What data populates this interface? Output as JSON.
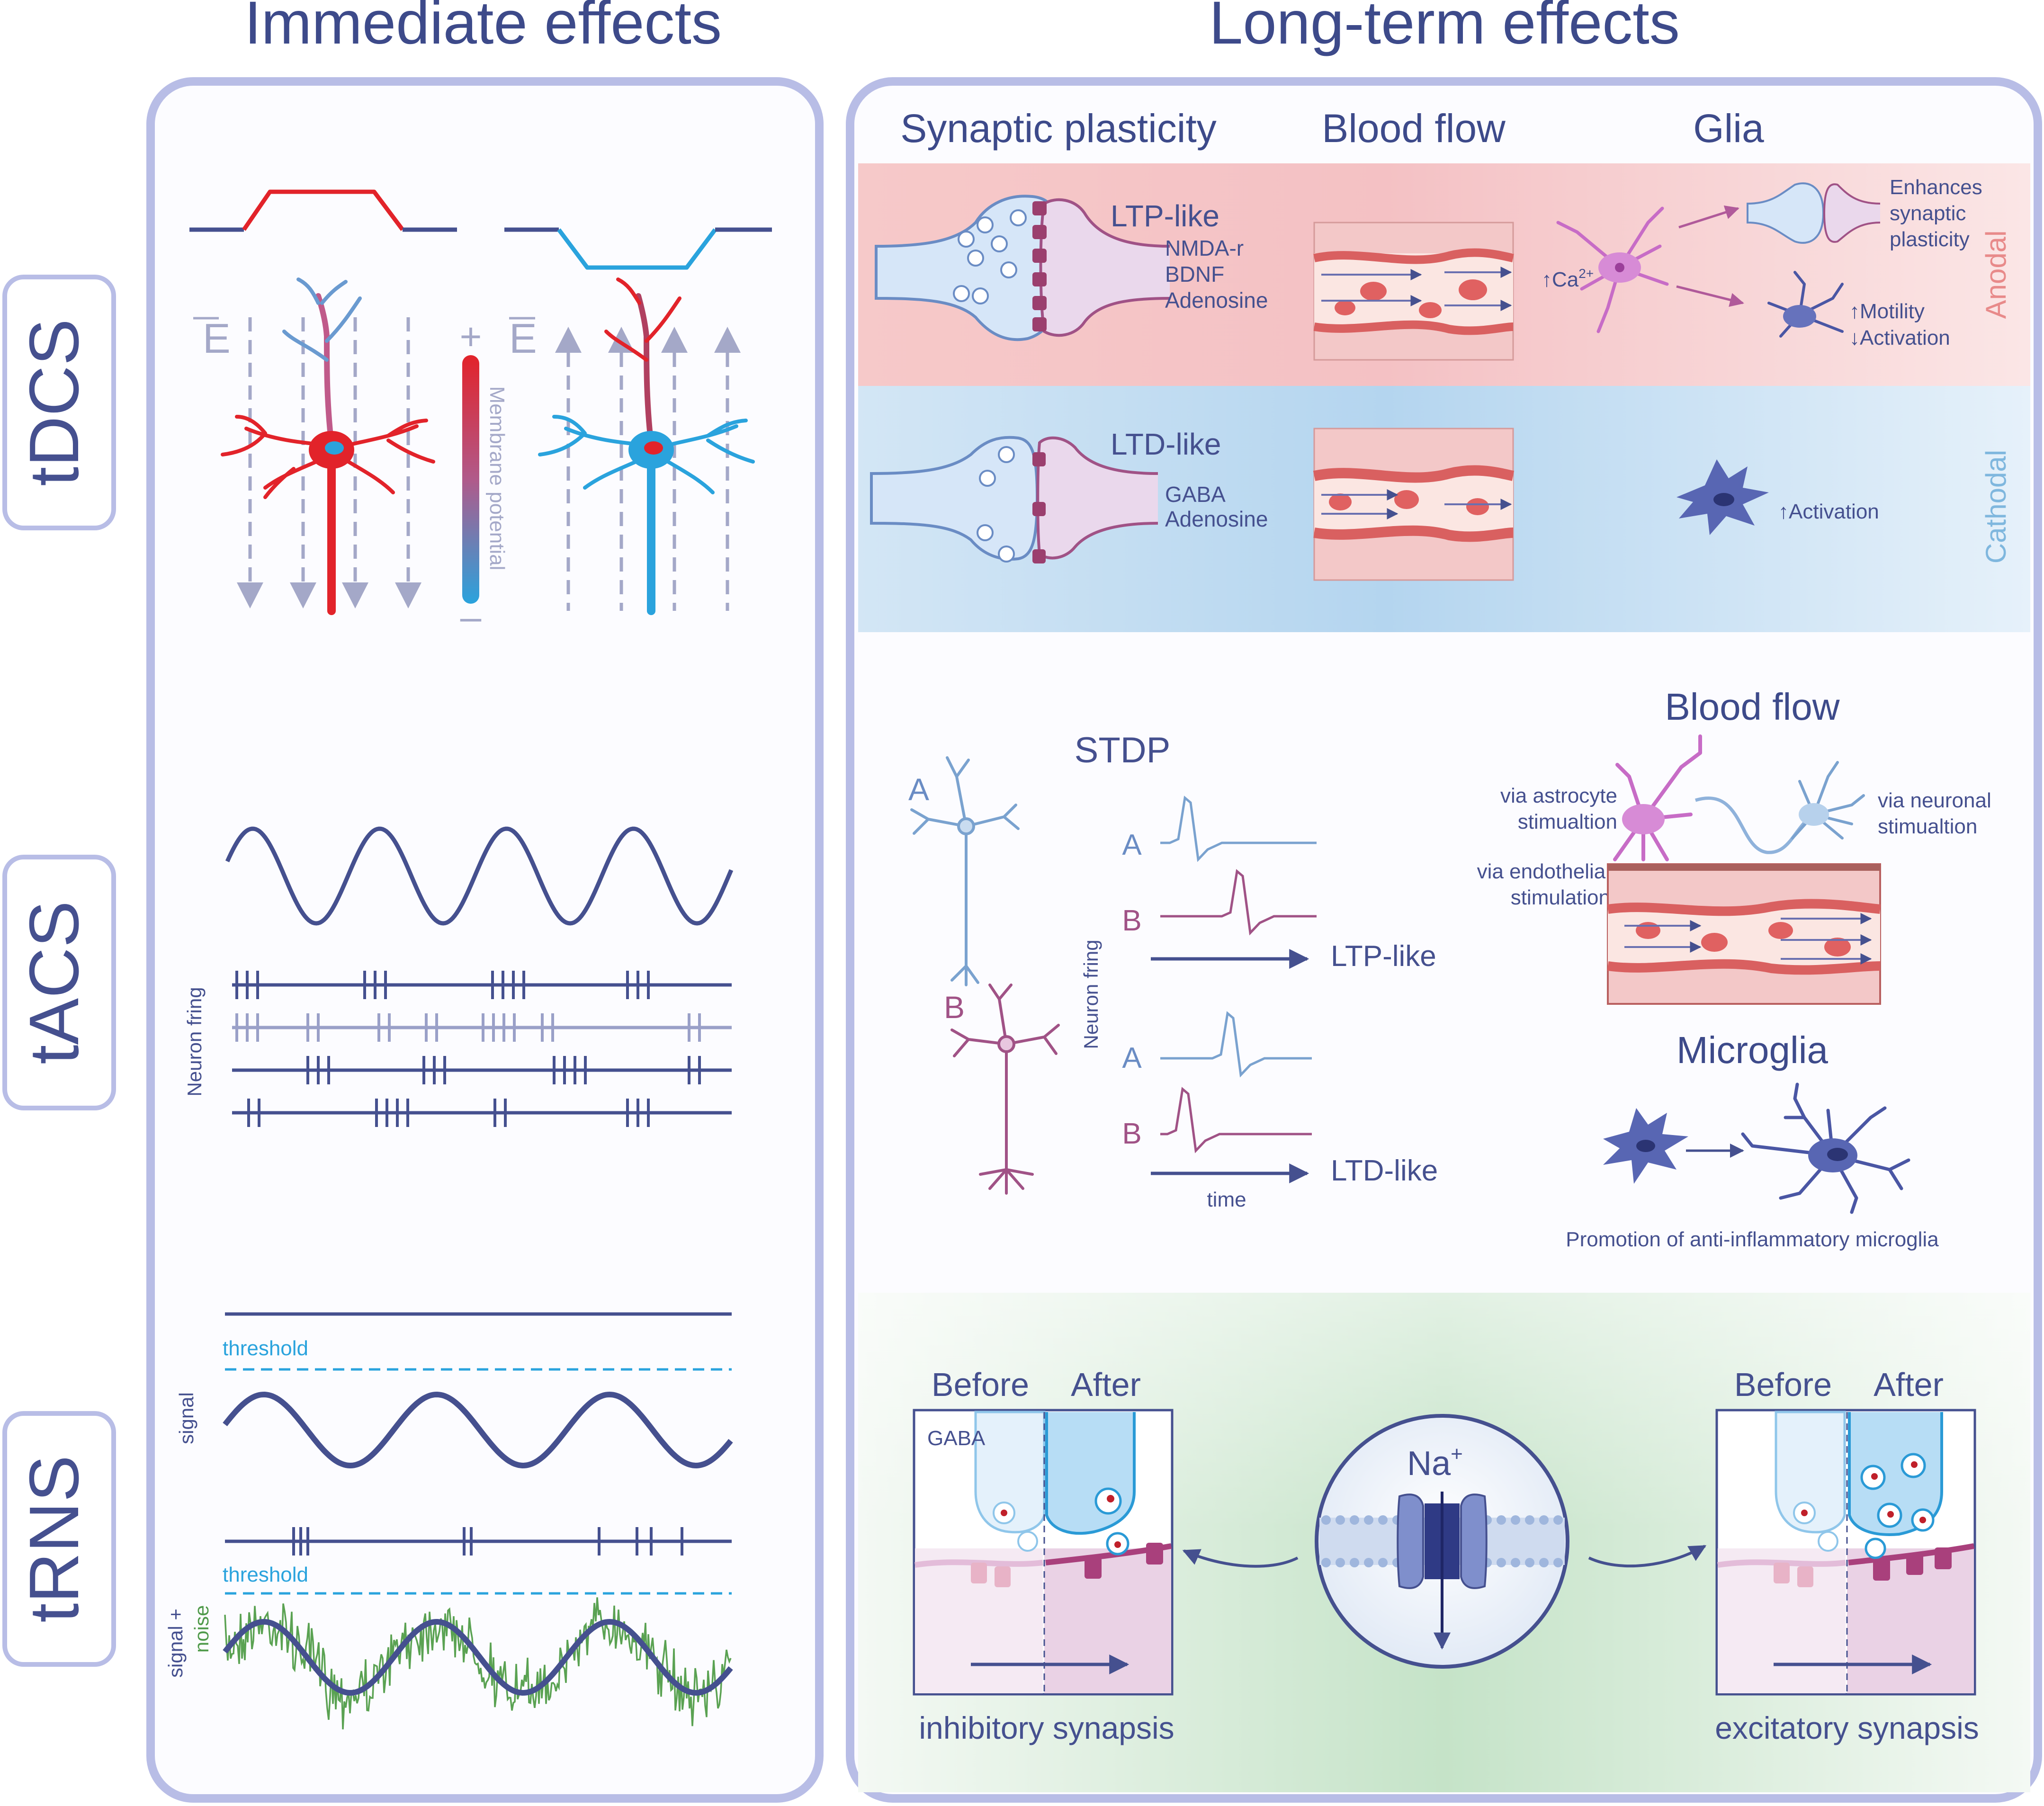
{
  "headings": {
    "immediate": "Immediate effects",
    "long_term": "Long-term effects"
  },
  "methods": [
    "tDCS",
    "tACS",
    "tRNS"
  ],
  "tdcs": {
    "field_symbol": "E",
    "plus": "+",
    "minus": "–",
    "colorbar_label": "Membrane potential"
  },
  "tacs": {
    "axis_label": "Neuron fring"
  },
  "trns": {
    "threshold_top": "threshold",
    "threshold_bottom": "threshold",
    "signal_label": "signal",
    "signal_noise_label_1": "signal +",
    "signal_noise_label_2": "noise"
  },
  "long_term": {
    "col_headers": [
      "Synaptic plasticity",
      "Blood flow",
      "Glia"
    ],
    "anodal": {
      "side_label": "Anodal",
      "plasticity": "LTP-like",
      "factors": [
        "NMDA-r",
        "BDNF",
        "Adenosine"
      ],
      "glia_ca": "↑Ca",
      "glia_ca_sup": "2+",
      "glia_effect_1": [
        "Enhances",
        "synaptic",
        "plasticity"
      ],
      "glia_effect_2": [
        "↑Motility",
        "↓Activation"
      ]
    },
    "cathodal": {
      "side_label": "Cathodal",
      "plasticity": "LTD-like",
      "factors": [
        "GABA",
        "Adenosine"
      ],
      "glia_effect": "↑Activation"
    }
  },
  "stdp": {
    "title": "STDP",
    "neuron_a": "A",
    "neuron_b": "B",
    "axis_label": "Neuron fring",
    "row_labels": [
      "A",
      "B",
      "A",
      "B"
    ],
    "outcome_ltp": "LTP-like",
    "outcome_ltd": "LTD-like",
    "time_label": "time"
  },
  "blood_flow2": {
    "title": "Blood flow",
    "astrocyte": [
      "via astrocyte",
      "stimualtion"
    ],
    "neuronal": [
      "via neuronal",
      "stimualtion"
    ],
    "endothelial": [
      "via endothelial",
      "stimulation"
    ]
  },
  "microglia": {
    "title": "Microglia",
    "caption": "Promotion of anti-inflammatory microglia"
  },
  "trns_long": {
    "before": "Before",
    "after": "After",
    "gaba": "GABA",
    "ion": "Na",
    "ion_sup": "+",
    "inhibitory": "inhibitory synapsis",
    "excitatory": "excitatory synapsis"
  },
  "colors": {
    "frame": "#b8bde6",
    "title": "#3d4a8a",
    "navy": "#45508f",
    "red": "#e2232a",
    "blue": "#2aa3dd",
    "purple": "#a05286",
    "anodal": "#e88a8a",
    "cathodal": "#7fb7de",
    "noise": "#4f9a4a"
  }
}
